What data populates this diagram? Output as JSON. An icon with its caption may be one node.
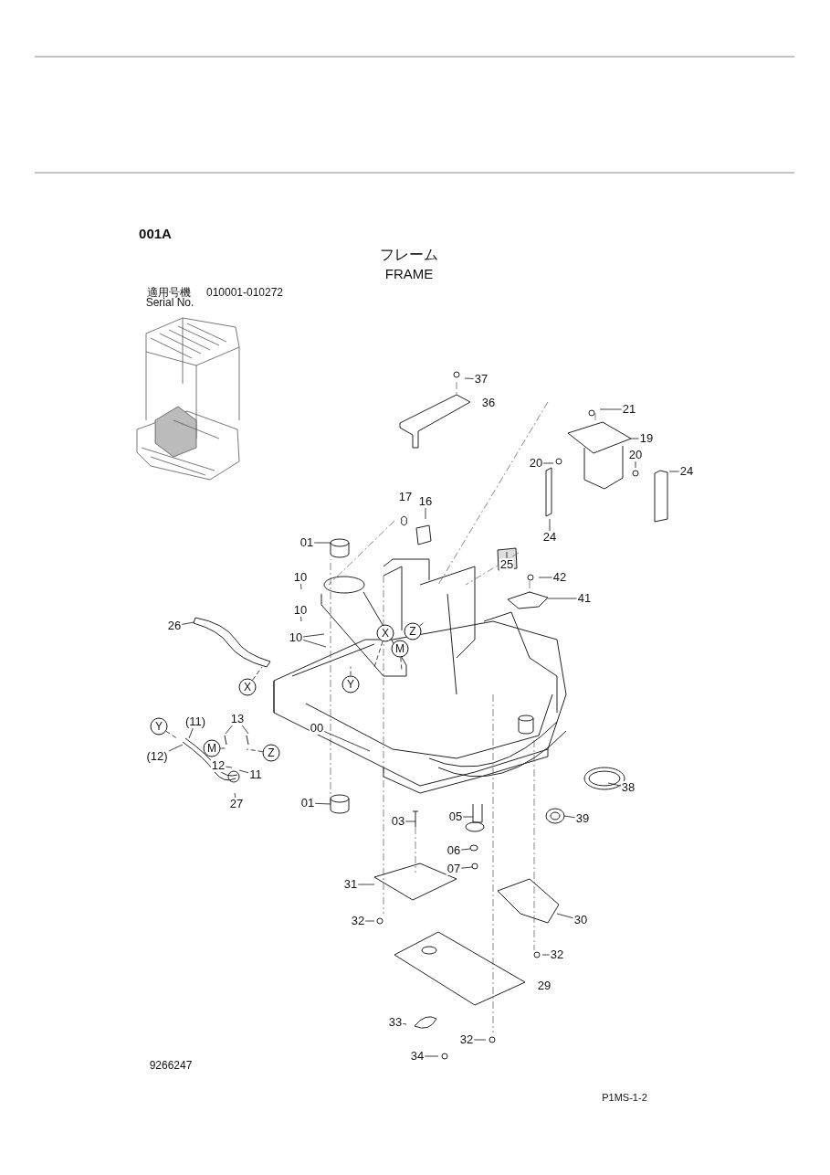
{
  "diagram": {
    "nodes": [
      {
        "text": [
          "37"
        ]
      },
      {
        "text": [
          "21"
        ]
      },
      {
        "text": [
          "19"
        ]
      },
      {
        "text": [
          "20"
        ]
      },
      {
        "text": [
          "20"
        ]
      },
      {
        "text": [
          "24"
        ]
      },
      {
        "text": [
          "24"
        ]
      },
      {
        "text": [
          "16"
        ]
      },
      {
        "text": [
          "01"
        ]
      },
      {
        "text": [
          "25"
        ]
      },
      {
        "text": [
          "42"
        ]
      },
      {
        "text": [
          "10"
        ]
      },
      {
        "text": [
          "41"
        ]
      },
      {
        "text": [
          "10"
        ]
      },
      {
        "text": [
          "X"
        ]
      },
      {
        "text": [
          "Z"
        ]
      },
      {
        "text": [
          "10"
        ]
      },
      {
        "text": [
          "M"
        ]
      },
      {
        "text": [
          "26"
        ]
      },
      {
        "text": [
          "X"
        ]
      },
      {
        "text": [
          "Y"
        ]
      },
      {
        "text": [
          "Y"
        ]
      },
      {
        "text": [
          "(11)"
        ]
      },
      {
        "text": [
          "13"
        ]
      },
      {
        "text": [
          "(12)"
        ]
      },
      {
        "text": [
          "M"
        ]
      },
      {
        "text": [
          "Z"
        ]
      },
      {
        "text": [
          "00"
        ]
      },
      {
        "text": [
          "12"
        ]
      },
      {
        "text": [
          "11"
        ]
      },
      {
        "text": [
          "27"
        ]
      },
      {
        "text": [
          "38"
        ]
      },
      {
        "text": [
          "01"
        ]
      },
      {
        "text": [
          "05"
        ]
      },
      {
        "text": [
          "39"
        ]
      },
      {
        "text": [
          "03"
        ]
      },
      {
        "text": [
          "06"
        ]
      },
      {
        "text": [
          "07"
        ]
      },
      {
        "text": [
          "31"
        ]
      },
      {
        "text": [
          "32"
        ]
      },
      {
        "text": [
          "30"
        ]
      },
      {
        "text": [
          "32"
        ]
      },
      {
        "text": [
          "33"
        ]
      },
      {
        "text": [
          "32"
        ]
      },
      {
        "text": [
          "34"
        ]
      }
    ],
    "edges": [
      {
        "from": 0,
        "to": null,
        "arrow": "none"
      },
      {
        "from": 1,
        "to": null,
        "arrow": "none"
      },
      {
        "from": 2,
        "to": null,
        "arrow": "none"
      },
      {
        "from": 3,
        "to": null,
        "arrow": "none"
      },
      {
        "from": 4,
        "to": null,
        "arrow": "none"
      },
      {
        "from": 5,
        "to": null,
        "arrow": "none"
      },
      {
        "from": 6,
        "to": null,
        "arrow": "none"
      },
      {
        "from": 7,
        "to": null,
        "arrow": "none"
      },
      {
        "from": 8,
        "to": null,
        "arrow": "none"
      },
      {
        "from": 9,
        "to": null,
        "arrow": "none"
      },
      {
        "from": 10,
        "to": null,
        "arrow": "none"
      },
      {
        "from": 11,
        "to": null,
        "arrow": "none"
      },
      {
        "from": 12,
        "to": null,
        "arrow": "none"
      },
      {
        "from": 13,
        "to": null,
        "arrow": "none"
      },
      {
        "from": 14,
        "to": null,
        "arrow": "none",
        "style": "dashed"
      },
      {
        "from": 15,
        "to": null,
        "arrow": "none",
        "style": "dashed"
      },
      {
        "from": 16,
        "to": null,
        "arrow": "none"
      },
      {
        "from": 16,
        "to": null,
        "arrow": "none"
      },
      {
        "from": 17,
        "to": null,
        "arrow": "none",
        "style": "dashed"
      },
      {
        "from": 18,
        "to": null,
        "arrow": "none"
      },
      {
        "from": 19,
        "to": null,
        "arrow": "none",
        "style": "dashed"
      },
      {
        "from": 20,
        "to": null,
        "arrow": "none",
        "style": "dashed"
      },
      {
        "from": 21,
        "to": null,
        "arrow": "none",
        "style": "dashed"
      },
      {
        "from": 22,
        "to": null,
        "arrow": "none"
      },
      {
        "from": 23,
        "to": null,
        "arrow": "none"
      },
      {
        "from": 23,
        "to": null,
        "arrow": "none"
      },
      {
        "from": 24,
        "to": null,
        "arrow": "none"
      },
      {
        "from": 25,
        "to": null,
        "arrow": "none",
        "style": "dashed"
      },
      {
        "from": 26,
        "to": null,
        "arrow": "none",
        "style": "dashed"
      },
      {
        "from": 27,
        "to": null,
        "arrow": "none"
      },
      {
        "from": 28,
        "to": null,
        "arrow": "none"
      },
      {
        "from": 29,
        "to": null,
        "arrow": "none"
      },
      {
        "from": 30,
        "to": null,
        "arrow": "none"
      },
      {
        "from": 31,
        "to": null,
        "arrow": "none"
      },
      {
        "from": 32,
        "to": null,
        "arrow": "none"
      },
      {
        "from": 33,
        "to": null,
        "arrow": "none"
      },
      {
        "from": 34,
        "to": null,
        "arrow": "none"
      },
      {
        "from": 35,
        "to": null,
        "arrow": "none"
      },
      {
        "from": 36,
        "to": null,
        "arrow": "none"
      },
      {
        "from": 37,
        "to": null,
        "arrow": "none"
      },
      {
        "from": 38,
        "to": null,
        "arrow": "none"
      },
      {
        "from": 39,
        "to": null,
        "arrow": "none"
      },
      {
        "from": 40,
        "to": null,
        "arrow": "none"
      },
      {
        "from": 41,
        "to": null,
        "arrow": "none"
      },
      {
        "from": 42,
        "to": null,
        "arrow": "none"
      },
      {
        "from": 43,
        "to": null,
        "arrow": "none"
      },
      {
        "from": 44,
        "to": null,
        "arrow": "none"
      }
    ],
    "labels": [
      "001A",
      "フレーム",
      "FRAME",
      "適用号機",
      "010001-010272",
      "Serial No.",
      "36",
      "17",
      "29",
      "9266247",
      "P1MS-1-2"
    ]
  }
}
